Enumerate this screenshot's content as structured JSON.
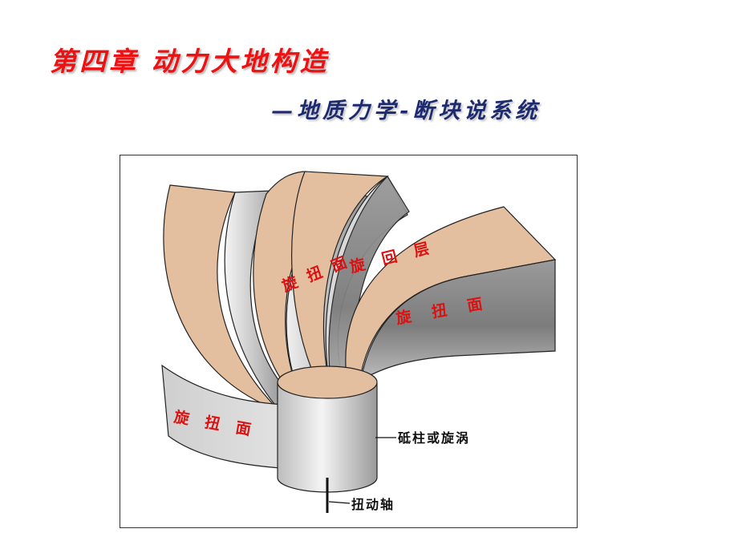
{
  "header": {
    "title": "第四章 动力大地构造",
    "subtitle": "—地质力学-断块说系统"
  },
  "figure": {
    "labels": {
      "face_top": "旋扭面",
      "rotation_layer": "旋回层",
      "face_right": "旋扭面",
      "face_left": "旋扭面"
    },
    "annotations": {
      "column": "砥柱或旋涡",
      "axis": "扭动轴"
    }
  },
  "colors": {
    "title": "#ee1111",
    "subtitle": "#1e2a6e",
    "label": "#dd1111",
    "top_surface": "#e4bf9f",
    "side_face": "#8f8f8f"
  }
}
